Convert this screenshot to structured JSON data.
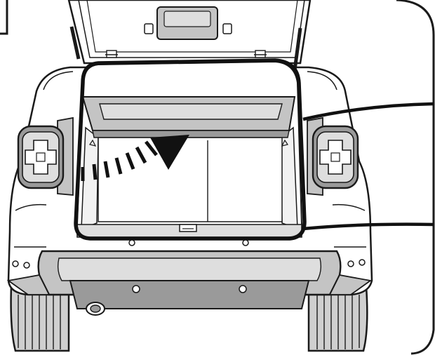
{
  "illustration": {
    "subject": "rear-view-car-open-tailgate",
    "parts": [
      "tailgate",
      "parcel-shelf",
      "tailgate-seal",
      "trunk-floor",
      "left-tail-light",
      "right-tail-light",
      "rear-bumper",
      "parking-sensor-left",
      "parking-sensor-right",
      "exhaust-pipe",
      "left-rear-wheel",
      "right-rear-wheel",
      "lift-direction-arrow"
    ],
    "colors": {
      "line": "#1a1a1a",
      "body_fill": "#ffffff",
      "shade_light": "#dedede",
      "shade_mid": "#c4c4c4",
      "shade_dark": "#9a9a9a",
      "tire": "#cfcfcf",
      "arrow": "#111111"
    }
  }
}
